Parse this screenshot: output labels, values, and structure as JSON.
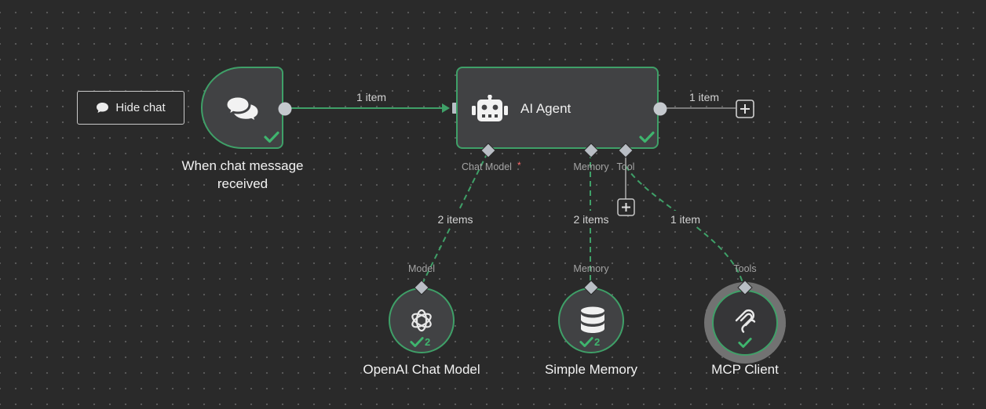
{
  "toolbar": {
    "hide_chat_label": "Hide chat"
  },
  "nodes": {
    "trigger": {
      "title": "When chat message received",
      "status_icon": "check-icon"
    },
    "agent": {
      "title": "AI Agent",
      "status_icon": "check-icon"
    },
    "openai": {
      "title": "OpenAI Chat Model",
      "run_count": "2"
    },
    "memory": {
      "title": "Simple Memory",
      "run_count": "2"
    },
    "mcp": {
      "title": "MCP Client"
    }
  },
  "edges": {
    "trigger_to_agent": "1 item",
    "agent_output": "1 item",
    "model_link": "2 items",
    "memory_link": "2 items",
    "tool_link": "1 item"
  },
  "ports": {
    "chat_model": "Chat Model",
    "required_mark": "*",
    "memory": "Memory",
    "tool": "Tool",
    "model_in": "Model",
    "memory_in": "Memory",
    "tools_in": "Tools"
  },
  "colors": {
    "canvas": "#2a2a2a",
    "node_fill": "#414244",
    "success": "#3fa068",
    "port": "#b9bec5",
    "required": "#ff6b6b"
  }
}
